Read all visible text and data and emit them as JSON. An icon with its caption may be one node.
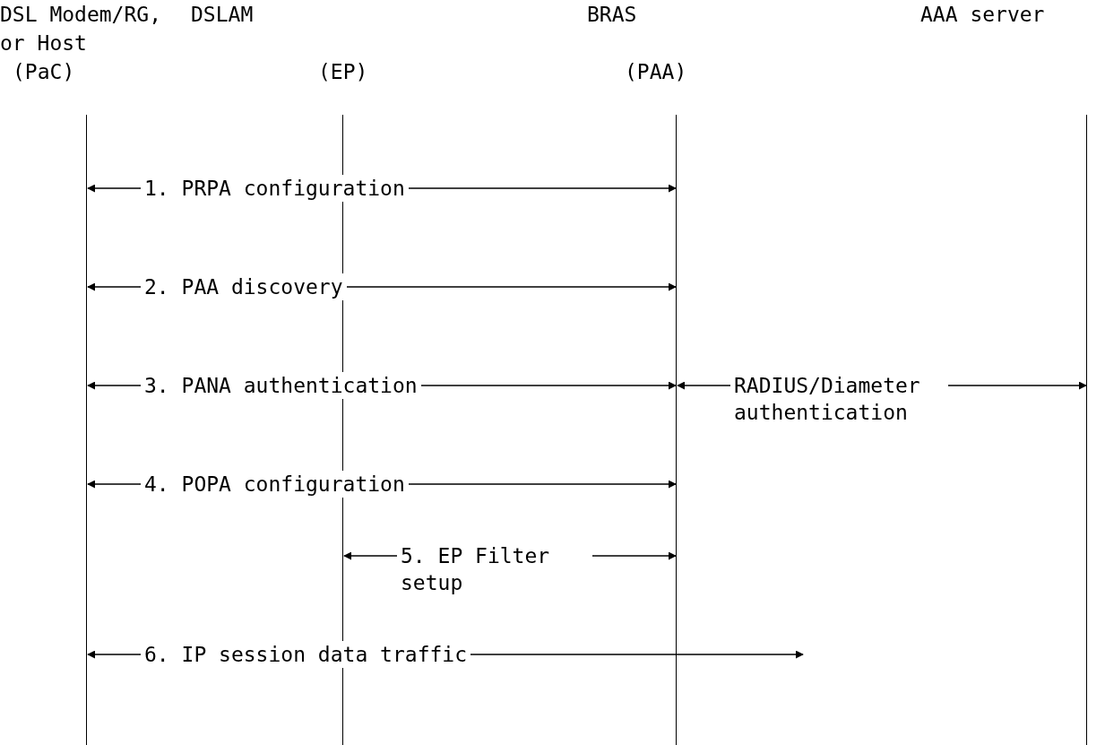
{
  "diagram": {
    "nodes": [
      {
        "text": [
          "DSL Modem/RG, or Host",
          "(PaC)"
        ]
      },
      {
        "text": [
          "DSLAM",
          "(EP)"
        ]
      },
      {
        "text": [
          "BRAS",
          "(PAA)"
        ]
      },
      {
        "text": [
          "AAA server"
        ]
      }
    ],
    "edges": [
      {
        "from": 0,
        "to": 2,
        "arrow": "both",
        "label": "1. PRPA configuration"
      },
      {
        "from": 0,
        "to": 2,
        "arrow": "both",
        "label": "2. PAA discovery"
      },
      {
        "from": 0,
        "to": 2,
        "arrow": "both",
        "label": "3. PANA authentication"
      },
      {
        "from": 2,
        "to": 3,
        "arrow": "both",
        "label": "RADIUS/Diameter authentication"
      },
      {
        "from": 0,
        "to": 2,
        "arrow": "both",
        "label": "4. POPA configuration"
      },
      {
        "from": 1,
        "to": 2,
        "arrow": "both",
        "label": "5. EP Filter setup"
      },
      {
        "from": 0,
        "to": null,
        "arrow": "both",
        "label": "6. IP session data traffic"
      }
    ]
  }
}
